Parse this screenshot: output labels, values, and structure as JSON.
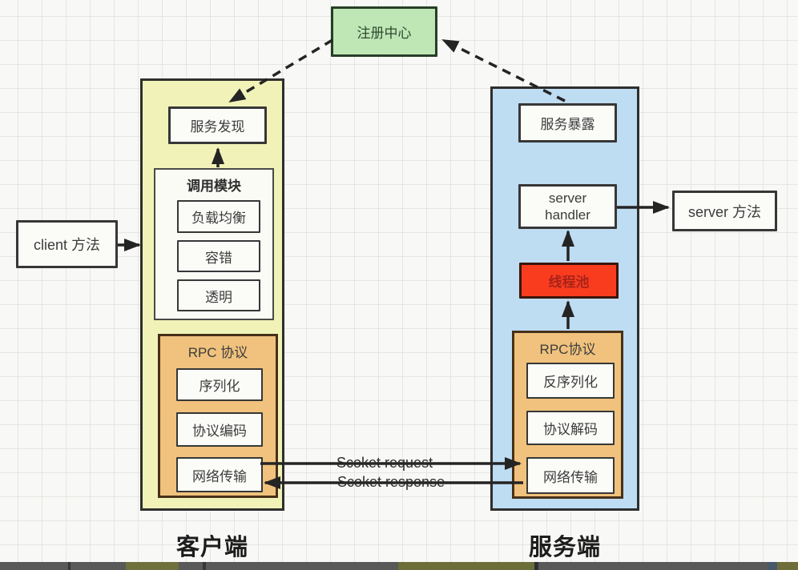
{
  "registry": {
    "label": "注册中心"
  },
  "client": {
    "column_label": "客户端",
    "service_discovery": "服务发现",
    "call_module": {
      "title": "调用模块",
      "items": [
        "负载均衡",
        "容错",
        "透明"
      ]
    },
    "rpc_protocol": {
      "title": "RPC 协议",
      "items": [
        "序列化",
        "协议编码",
        "网络传输"
      ]
    },
    "method_box": "client 方法"
  },
  "server": {
    "column_label": "服务端",
    "service_expose": "服务暴露",
    "handler_box": "server handler",
    "thread_pool": "线程池",
    "rpc_protocol": {
      "title": "RPC协议",
      "items": [
        "反序列化",
        "协议解码",
        "网络传输"
      ]
    },
    "method_box": "server 方法"
  },
  "links": {
    "request_label": "Scoket request",
    "response_label": "Scoket response"
  },
  "colors": {
    "registry_fill": "#bfe7b6",
    "client_column_fill": "#f1f2b8",
    "server_column_fill": "#bedcf2",
    "protocol_fill": "#f0c27d",
    "thread_pool_fill": "#fa3c1e",
    "thread_pool_text": "#a8231a",
    "arrow": "#242424"
  }
}
